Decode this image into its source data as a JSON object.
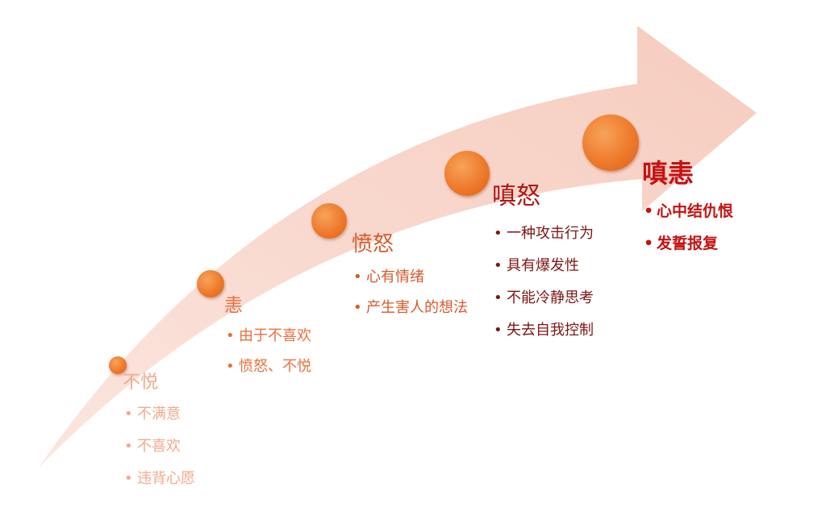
{
  "diagram": {
    "stages": [
      {
        "title": "不悦",
        "items": [
          "不满意",
          "不喜欢",
          "违背心愿"
        ]
      },
      {
        "title": "恚",
        "items": [
          "由于不喜欢",
          "愤怒、不悦"
        ]
      },
      {
        "title": "愤怒",
        "items": [
          "心有情绪",
          "产生害人的想法"
        ]
      },
      {
        "title": "嗔怒",
        "items": [
          "一种攻击行为",
          "具有爆发性",
          "不能冷静思考",
          "失去自我控制"
        ]
      },
      {
        "title": "嗔恚",
        "items": [
          "心中结仇恨",
          "发誓报复"
        ]
      }
    ],
    "colors": {
      "arrow_fill": "#f8d6cc",
      "dot": "#ee7a2b",
      "stage_1_text": "#f2a98a",
      "stage_2_text": "#e8713e",
      "stage_3_text": "#d65a2c",
      "stage_4_text": "#7d1613",
      "stage_5_text": "#c51212"
    }
  }
}
